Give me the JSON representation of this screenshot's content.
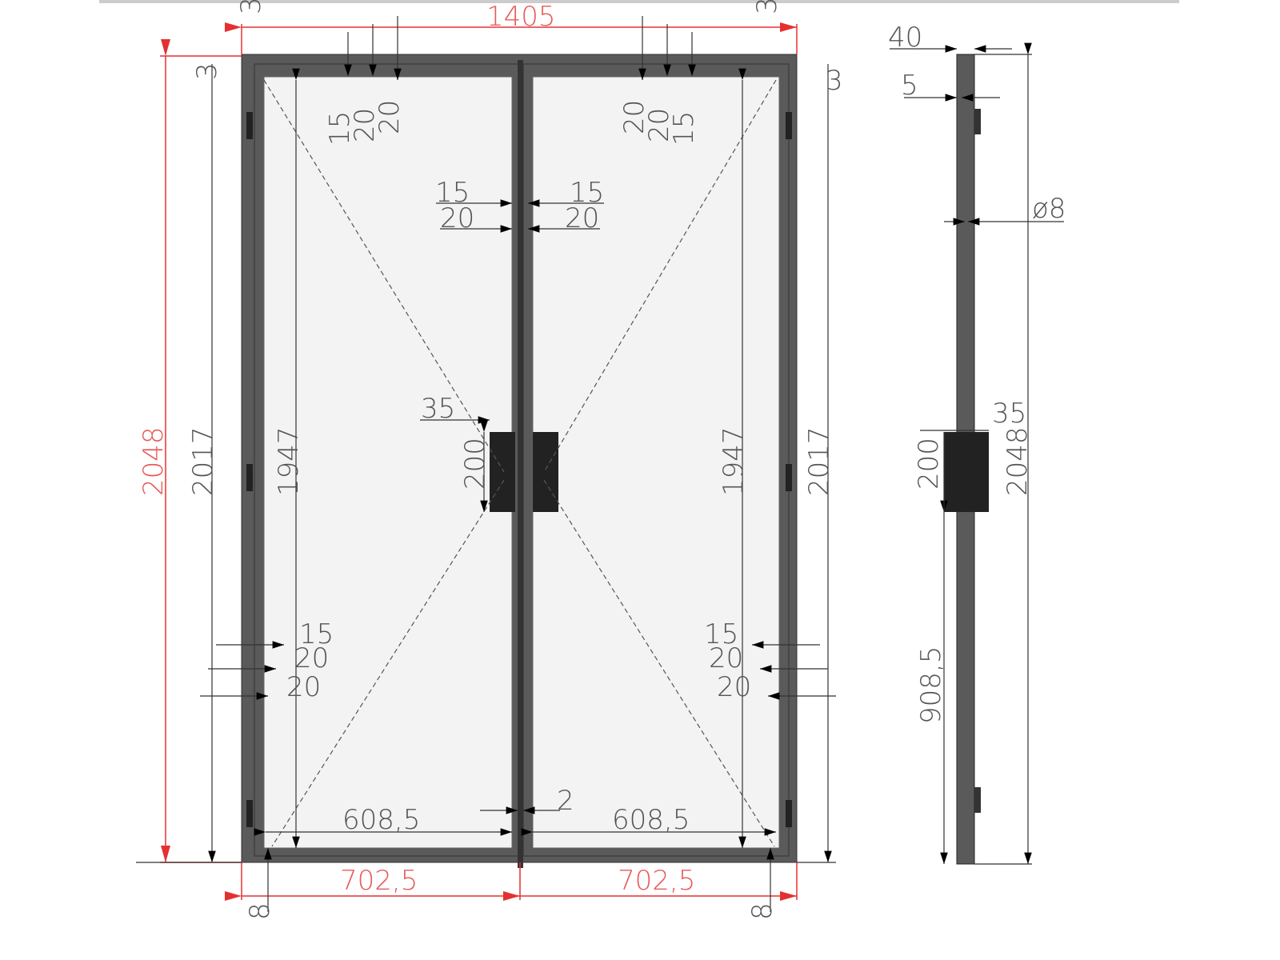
{
  "front_view": {
    "overall_width": "1405",
    "leaf_widths": [
      "702,5",
      "702,5"
    ],
    "overall_height": "2048",
    "frame_heights": [
      "2017",
      "2017"
    ],
    "glass_heights": [
      "1947",
      "1947"
    ],
    "glass_widths": [
      "608,5",
      "608,5"
    ],
    "center_gap": "2",
    "top_offsets": [
      "3",
      "3",
      "3",
      "3"
    ],
    "top_profile_left": [
      "15",
      "20",
      "20"
    ],
    "top_profile_right": [
      "20",
      "20",
      "15"
    ],
    "mullion_left": [
      "15",
      "20"
    ],
    "mullion_right": [
      "15",
      "20"
    ],
    "handle_depth": "35",
    "handle_height": "200",
    "bottom_profile_left": [
      "15",
      "20",
      "20"
    ],
    "bottom_profile_right": [
      "15",
      "20",
      "20"
    ],
    "bottom_offsets": [
      "8",
      "8"
    ]
  },
  "side_view": {
    "profile_depth": "40",
    "offset": "5",
    "pin_diameter": "ø8",
    "handle_depth": "35",
    "handle_height": "200",
    "overall_height": "2048",
    "handle_position": "908,5"
  },
  "colors": {
    "accent_dimension": "#e53030",
    "profile": "#5a5a5a"
  }
}
